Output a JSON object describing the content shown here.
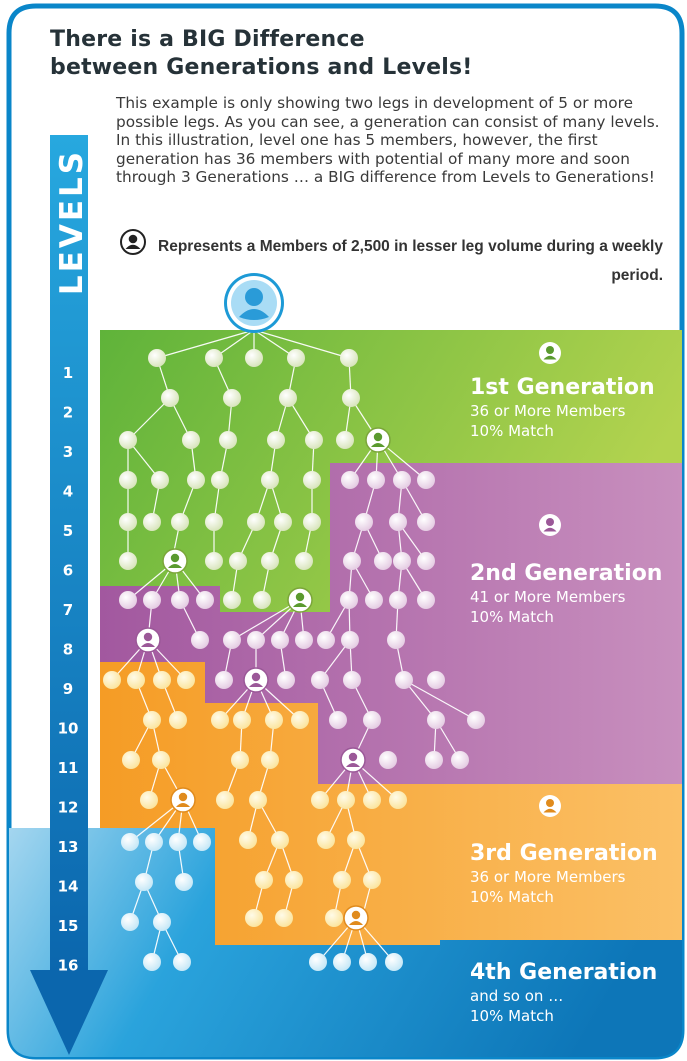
{
  "title_line1": "There is a BIG Difference",
  "title_line2": "between Generations and Levels!",
  "intro": "This example is only showing two legs in development of 5 or more possible legs. As you can see, a generation can consist of many levels. In this illustration, level one has 5 members, however, the first generation has 36 members with potential of many more and soon through 3 Generations … a BIG difference from Levels to Generations!",
  "legend": {
    "icon": "member-icon",
    "text": "Represents a Members of 2,500 in lesser leg volume during a weekly period."
  },
  "levels_label": "LEVELS",
  "levels": [
    "1",
    "2",
    "3",
    "4",
    "5",
    "6",
    "7",
    "8",
    "9",
    "10",
    "11",
    "12",
    "13",
    "14",
    "15",
    "16"
  ],
  "generations": [
    {
      "name": "1st Generation",
      "members": "36 or More Members",
      "match": "10% Match",
      "color": "#8cc63f"
    },
    {
      "name": "2nd Generation",
      "members": "41 or More Members",
      "match": "10% Match",
      "color": "#b57bb0"
    },
    {
      "name": "3rd Generation",
      "members": "36 or More Members",
      "match": "10% Match",
      "color": "#f5a331"
    },
    {
      "name": "4th Generation",
      "members": "and so on …",
      "match": "10% Match",
      "color": "#1d9ad6"
    }
  ],
  "colors": {
    "frame": "#0a86c9",
    "arrow": "#1a8fd0",
    "gen1": "#8cc63f",
    "gen2": "#b57bb0",
    "gen3": "#f5a331",
    "gen4": "#1d9ad6"
  }
}
